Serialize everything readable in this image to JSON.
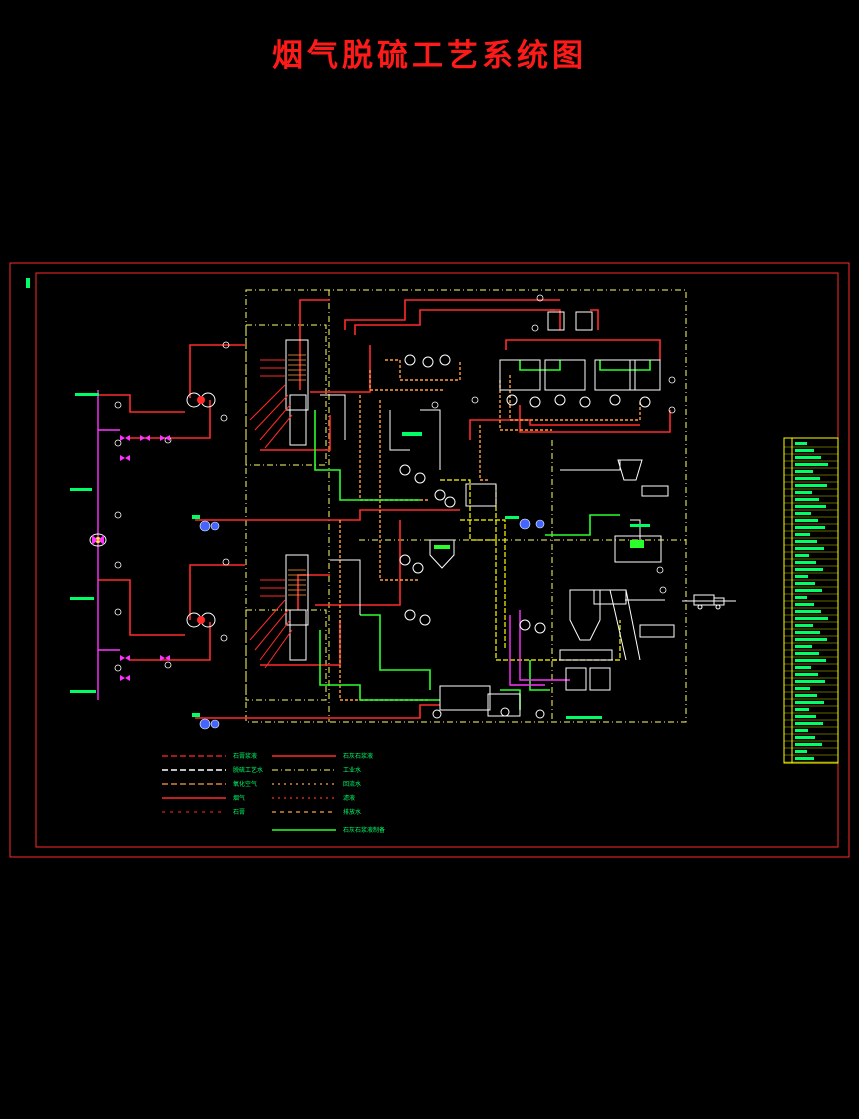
{
  "title": "烟气脱硫工艺系统图",
  "colors": {
    "background": "#000000",
    "frame": "#ff2a2a",
    "flue_gas": "#ff2a2a",
    "limestone_slurry": "#ffa040",
    "gypsum_slurry": "#ffff00",
    "process_water": "#ffffff",
    "drain": "#2aff2a",
    "valve": "#ff33ff",
    "pump": "#4466ff",
    "text": "#00ff66"
  },
  "legend": {
    "left_column": [
      "石膏浆液",
      "脱硫工艺水",
      "氧化空气",
      "烟气",
      "石膏"
    ],
    "right_column": [
      "石灰石浆液",
      "工业水",
      "回流水",
      "滤液",
      "排放水",
      "石灰石浆液制备"
    ]
  }
}
